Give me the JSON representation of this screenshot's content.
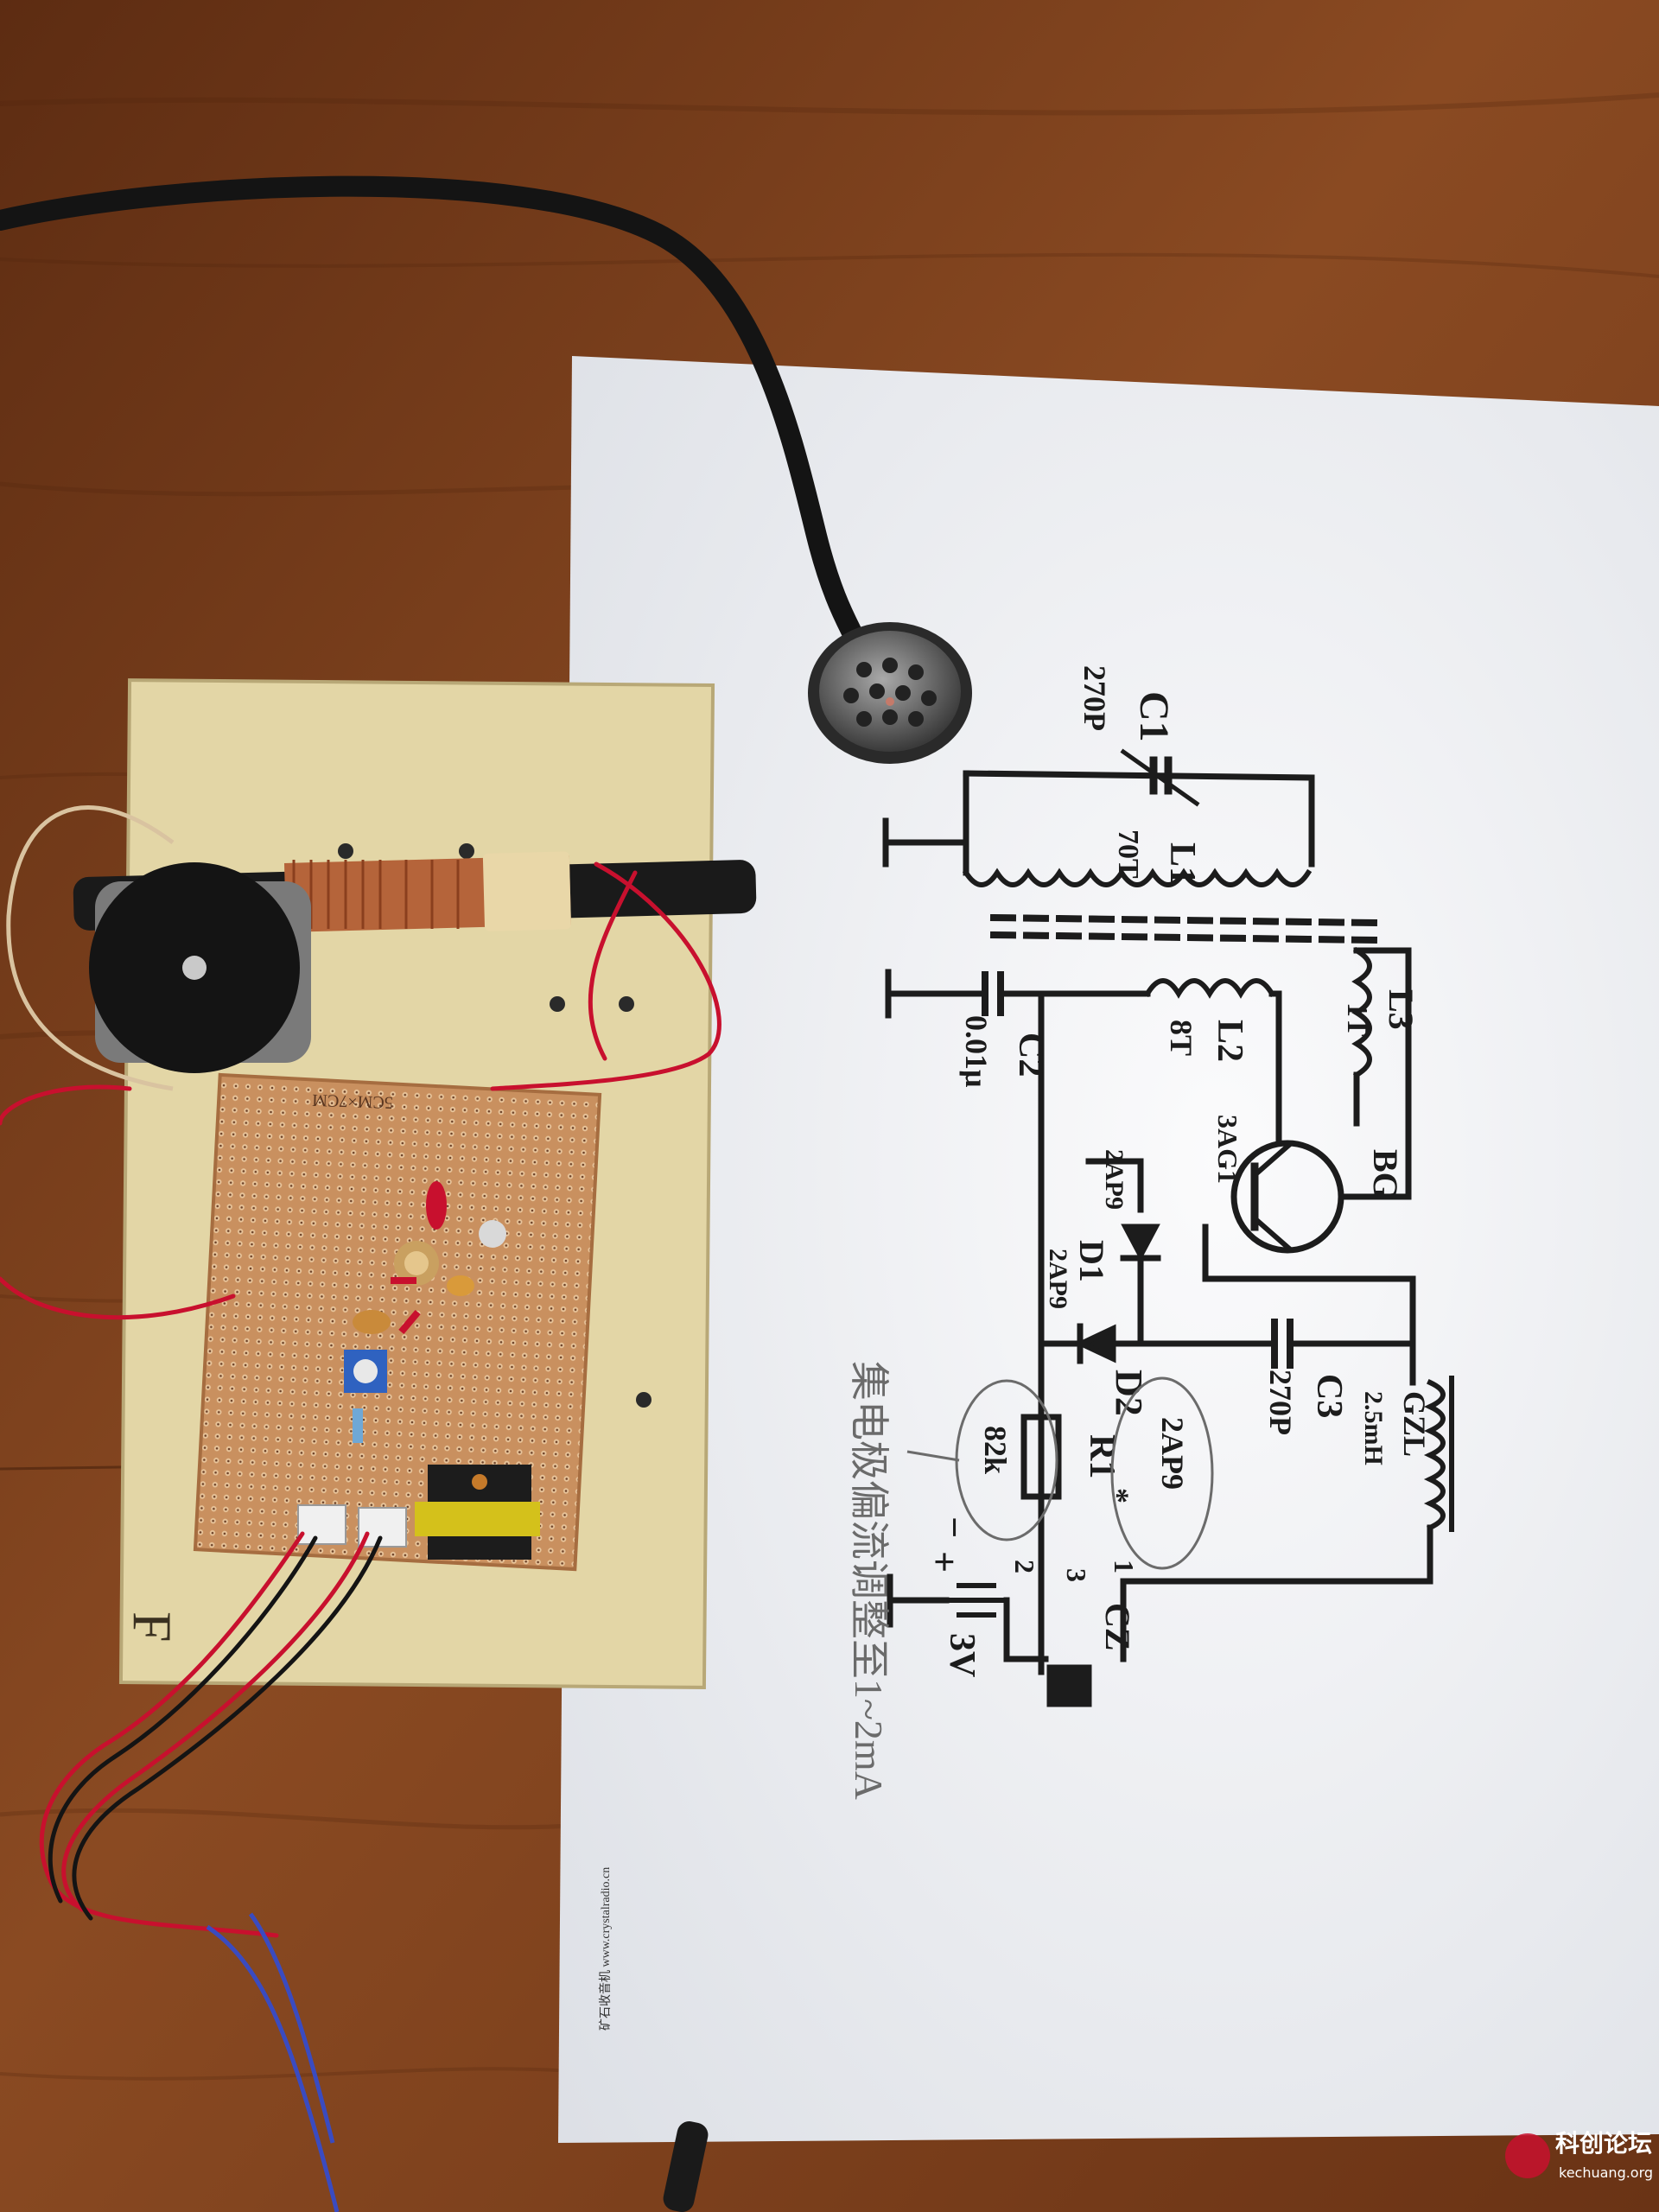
{
  "colors": {
    "wood_dark": "#6a3315",
    "wood_mid": "#8a4a22",
    "wood_light": "#a0592b",
    "paper": "#f4f5f7",
    "ink": "#1c1c1c",
    "board": "#e3d6a6",
    "pcb": "#c9905f",
    "wire_red": "#c8102e",
    "cable_black": "#141414",
    "rod_black": "#1a1a1a",
    "coil_copper": "#b5643a",
    "pencil": "#6b6b6b"
  },
  "schematic_labels": {
    "c1_name": "C1",
    "c1_value": "270P",
    "l1_name": "L1",
    "l1_turns": "70T",
    "l2_name": "L2",
    "l2_turns": "8T",
    "l3_name": "L3",
    "l3_turns": "1T",
    "c2_name": "C2",
    "c2_value": "0.01μ",
    "transistor_type": "3AG1",
    "transistor_name": "BG",
    "d1_name": "D1",
    "d1_type": "2AP9",
    "d2_name": "D2",
    "d2_type": "2AP9",
    "c3_name": "C3",
    "c3_value": "270P",
    "gzl_name": "GZL",
    "gzl_value": "2.5mH",
    "r1_name": "R1",
    "r1_value": "82k",
    "batt_minus": "−",
    "batt_plus": "+",
    "batt_voltage": "3V",
    "cz_name": "CZ",
    "pin_1": "1",
    "pin_2": "2",
    "pin_3": "3",
    "star": "*"
  },
  "handwritten_note": "集电极偏流调整至1~2mA",
  "paper_footer": "矿石收音机 www.crystalradio.cn",
  "board_mark": "F",
  "pcb_silkscreen": "5CM×7CM",
  "watermark": {
    "name": "科创论坛",
    "url": "kechuang.org"
  }
}
